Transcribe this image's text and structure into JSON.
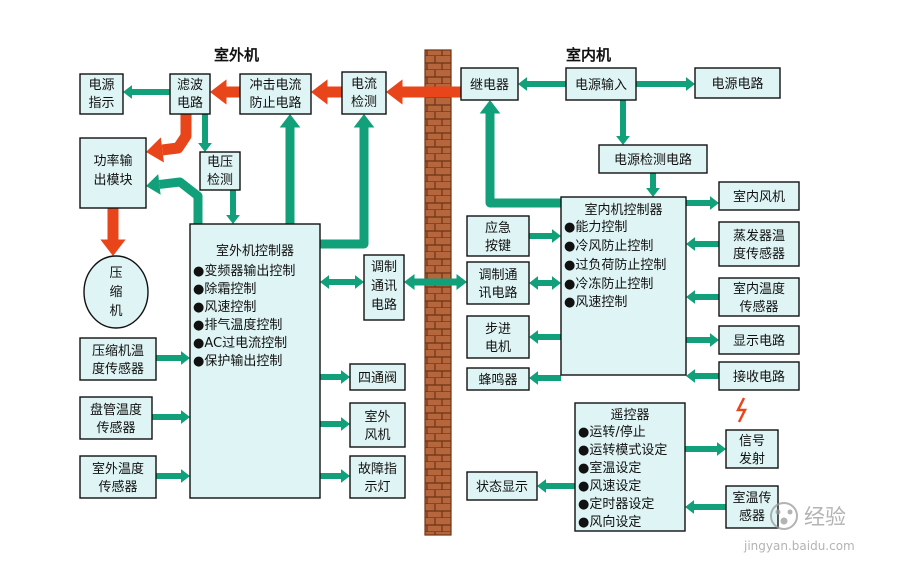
{
  "headers": {
    "outdoor": "室外机",
    "indoor": "室内机"
  },
  "colors": {
    "box_fill": "#dff4f4",
    "arrow_green": "#11a07a",
    "arrow_red": "#e8461a",
    "wall": "#b5663c"
  },
  "outdoor": {
    "power_indicator": [
      "电源",
      "指示"
    ],
    "filter_circuit": [
      "滤波",
      "电路"
    ],
    "surge_protection": [
      "冲击电流",
      "防止电路"
    ],
    "current_detect": [
      "电流",
      "检测"
    ],
    "power_module": [
      "功率输",
      "出模块"
    ],
    "voltage_detect": [
      "电压",
      "检测"
    ],
    "compressor": [
      "压",
      "缩",
      "机"
    ],
    "controller": {
      "title": "室外机控制器",
      "items": [
        "●变频器输出控制",
        "●除霜控制",
        "●风速控制",
        "●排气温度控制",
        "●AC过电流控制",
        "●保护输出控制"
      ]
    },
    "compressor_temp_sensor": [
      "压缩机温",
      "度传感器"
    ],
    "coil_temp_sensor": [
      "盘管温度",
      "传感器"
    ],
    "outdoor_temp_sensor": [
      "室外温度",
      "传感器"
    ],
    "comm_circuit": [
      "调制",
      "通讯",
      "电路"
    ],
    "four_way_valve": [
      "四通阀"
    ],
    "outdoor_fan": [
      "室外",
      "风机"
    ],
    "fault_light": [
      "故障指",
      "示灯"
    ]
  },
  "indoor": {
    "relay": [
      "继电器"
    ],
    "power_input": [
      "电源输入"
    ],
    "power_circuit": [
      "电源电路"
    ],
    "power_detect": [
      "电源检测电路"
    ],
    "controller": {
      "title": "室内机控制器",
      "items": [
        "●能力控制",
        "●冷风防止控制",
        "●过负荷防止控制",
        "●冷冻防止控制",
        "●风速控制"
      ]
    },
    "indoor_fan": [
      "室内风机"
    ],
    "evaporator_sensor": [
      "蒸发器温",
      "度传感器"
    ],
    "indoor_temp_sensor": [
      "室内温度",
      "传感器"
    ],
    "display_circuit": [
      "显示电路"
    ],
    "receive_circuit": [
      "接收电路"
    ],
    "emergency_button": [
      "应急",
      "按键"
    ],
    "comm_circuit": [
      "调制通",
      "讯电路"
    ],
    "stepper_motor": [
      "步进",
      "电机"
    ],
    "buzzer": [
      "蜂鸣器"
    ],
    "remote": {
      "title": "遥控器",
      "items": [
        "●运转/停止",
        "●运转模式设定",
        "●室温设定",
        "●风速设定",
        "●定时器设定",
        "●风向设定"
      ]
    },
    "signal_emit": [
      "信号",
      "发射"
    ],
    "status_display": [
      "状态显示"
    ],
    "room_temp": [
      "室温传",
      "感器"
    ]
  },
  "watermark": {
    "brand": "经验",
    "url": "jingyan.baidu.com"
  }
}
